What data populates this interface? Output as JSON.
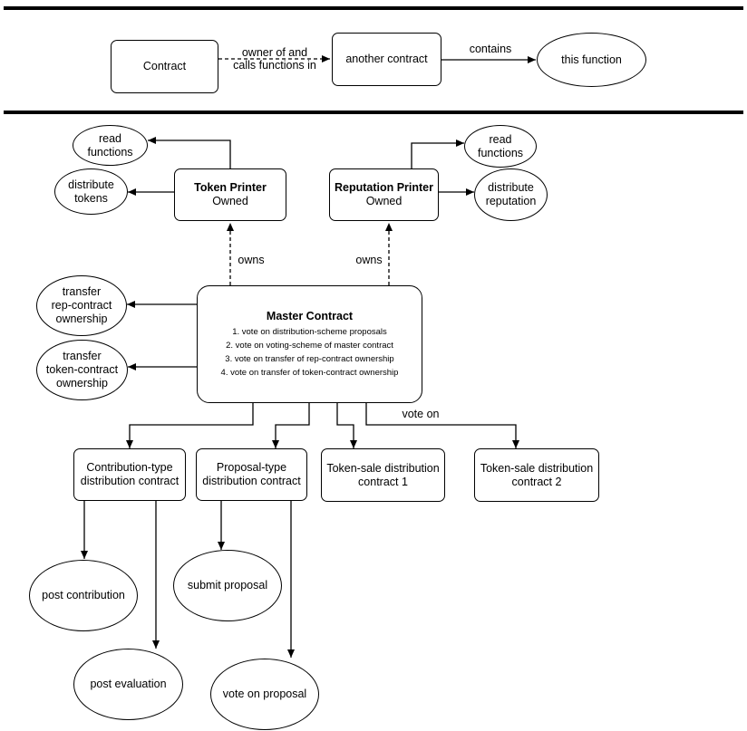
{
  "legend": {
    "contract": "Contract",
    "edge_label": "owner of and\ncalls functions in",
    "another_contract": "another contract",
    "contains_label": "contains",
    "this_function": "this function"
  },
  "token_printer": {
    "title": "Token Printer",
    "subtitle": "Owned"
  },
  "reputation_printer": {
    "title": "Reputation Printer",
    "subtitle": "Owned"
  },
  "functions": {
    "read_functions_left": "read\nfunctions",
    "distribute_tokens": "distribute\ntokens",
    "read_functions_right": "read\nfunctions",
    "distribute_reputation": "distribute\nreputation",
    "transfer_rep": "transfer\nrep-contract\nownership",
    "transfer_token": "transfer\ntoken-contract\nownership",
    "post_contribution": "post contribution",
    "post_evaluation": "post evaluation",
    "submit_proposal": "submit proposal",
    "vote_on_proposal": "vote on proposal"
  },
  "owns_labels": [
    "owns",
    "owns"
  ],
  "master": {
    "title": "Master Contract",
    "items": [
      "1. vote on distribution-scheme proposals",
      "2. vote on voting-scheme of master contract",
      "3. vote on transfer of rep-contract ownership",
      "4. vote on transfer of token-contract ownership"
    ]
  },
  "vote_on_label": "vote on",
  "distribution_contracts": {
    "contribution": "Contribution-type\ndistribution contract",
    "proposal": "Proposal-type\ndistribution contract",
    "token_sale_1": "Token-sale distribution\ncontract 1",
    "token_sale_2": "Token-sale distribution\ncontract 2"
  }
}
